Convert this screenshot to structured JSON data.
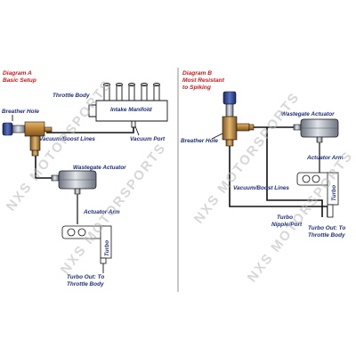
{
  "diagram_a": {
    "title_line1": "Diagram A",
    "title_line2": "Basic Setup",
    "labels": {
      "throttle_body": "Throttle Body",
      "breather_hole": "Breather Hole",
      "intake_manifold": "Intake Manifold",
      "vacuum_boost_lines": "Vacuum/Boost Lines",
      "vacuum_port": "Vacuum Port",
      "wastegate_actuator": "Wastegate Actuator",
      "actuator_arm": "Actuator Arm",
      "turbo": "Turbo",
      "turbo_out_line1": "Turbo Out: To",
      "turbo_out_line2": "Throttle Body"
    }
  },
  "diagram_b": {
    "title_line1": "Diagram B",
    "title_line2": "Most Resistant",
    "title_line3": "to Spiking",
    "labels": {
      "wastegate_actuator": "Wastegate Actuator",
      "breather_hole": "Breather Hole",
      "actuator_arm": "Actuator Arm",
      "vacuum_boost_lines": "Vacuum/Boost Lines",
      "turbo": "Turbo",
      "turbo_nipple_line1": "Turbo",
      "turbo_nipple_line2": "Nipple/Port",
      "turbo_out_line1": "Turbo Out: To",
      "turbo_out_line2": "Throttle Body"
    }
  },
  "watermark": "NXS MOTORSPORTS",
  "colors": {
    "title": "#d0191d",
    "label": "#1f2f7a",
    "brass": "#c08a3e",
    "steel": "#8f97a6",
    "valve_blue": "#2a3f8f"
  }
}
